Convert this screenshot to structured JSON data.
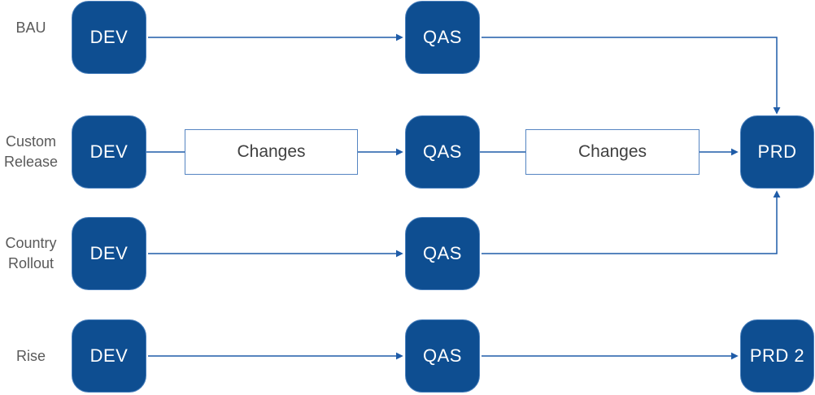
{
  "colors": {
    "node_fill": "#0e4e91",
    "node_border": "#4a80bd",
    "node_text": "#ffffff",
    "artifact_border": "#5585c2",
    "artifact_text": "#404040",
    "connector": "#1f5ca8",
    "row_label": "#595959"
  },
  "rows": [
    {
      "label": "BAU",
      "nodes": [
        {
          "type": "system",
          "label": "DEV"
        },
        {
          "type": "system",
          "label": "QAS"
        }
      ]
    },
    {
      "label": "Custom\nRelease",
      "nodes": [
        {
          "type": "system",
          "label": "DEV"
        },
        {
          "type": "artifact",
          "label": "Changes"
        },
        {
          "type": "system",
          "label": "QAS"
        },
        {
          "type": "artifact",
          "label": "Changes"
        },
        {
          "type": "system",
          "label": "PRD"
        }
      ]
    },
    {
      "label": "Country\nRollout",
      "nodes": [
        {
          "type": "system",
          "label": "DEV"
        },
        {
          "type": "system",
          "label": "QAS"
        }
      ]
    },
    {
      "label": "Rise",
      "nodes": [
        {
          "type": "system",
          "label": "DEV"
        },
        {
          "type": "system",
          "label": "QAS"
        },
        {
          "type": "system",
          "label": "PRD 2"
        }
      ]
    }
  ]
}
